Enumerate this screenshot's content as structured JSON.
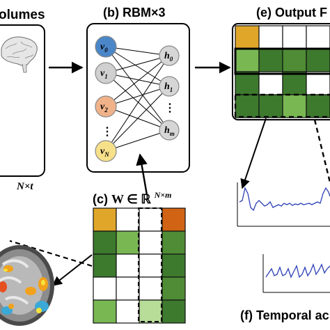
{
  "panels": {
    "a": {
      "title": "olumes",
      "dims_label": "N×t"
    },
    "b": {
      "title": "(b) RBM×3"
    },
    "c": {
      "title_prefix": "(c) ",
      "title_math": "W ∈ ℝ",
      "title_sup": "N×m"
    },
    "e": {
      "title": "(e) Output  F"
    },
    "f": {
      "title": "(f) Temporal ac"
    }
  },
  "rbm": {
    "visible_nodes": [
      {
        "label": "v",
        "sub": "0",
        "color": "#4a86c8"
      },
      {
        "label": "v",
        "sub": "1",
        "color": "#d0d0d0"
      },
      {
        "label": "v",
        "sub": "2",
        "color": "#f0b289"
      },
      {
        "label": "v",
        "sub": "N",
        "color": "#f7e08a"
      }
    ],
    "hidden_nodes": [
      {
        "label": "h",
        "sub": "0"
      },
      {
        "label": "h",
        "sub": "1"
      },
      {
        "label": "h",
        "sub": "m"
      }
    ],
    "ellipsis": "⋮"
  },
  "colors": {
    "gold": "#e0a62a",
    "orange": "#d06414",
    "dark_green": "#3e7a2e",
    "mid_green": "#4f8c35",
    "light_green": "#79b753",
    "pale_green": "#b7dd98",
    "white": "#ffffff",
    "signal": "#2b3fb5"
  },
  "weight_matrix_cells": [
    [
      "gold",
      "white",
      "white",
      "orange"
    ],
    [
      "dark_green",
      "light_green",
      "white",
      "mid_green"
    ],
    [
      "dark_green",
      "white",
      "white",
      "dark_green"
    ],
    [
      "white",
      "white",
      "white",
      "mid_green"
    ],
    [
      "light_green",
      "white",
      "pale_green",
      "dark_green"
    ]
  ],
  "output_matrix_cells": [
    [
      "gold",
      "white",
      "white",
      "white",
      "white"
    ],
    [
      "light_green",
      "dark_green",
      "mid_green",
      "dark_green",
      "white"
    ],
    [
      "dark_green",
      "white",
      "dark_green",
      "white",
      "light_green"
    ],
    [
      "dark_green",
      "dark_green",
      "light_green",
      "dark_green",
      "orange"
    ]
  ],
  "icons": [
    "brain-icon",
    "brain-slice-icon"
  ]
}
